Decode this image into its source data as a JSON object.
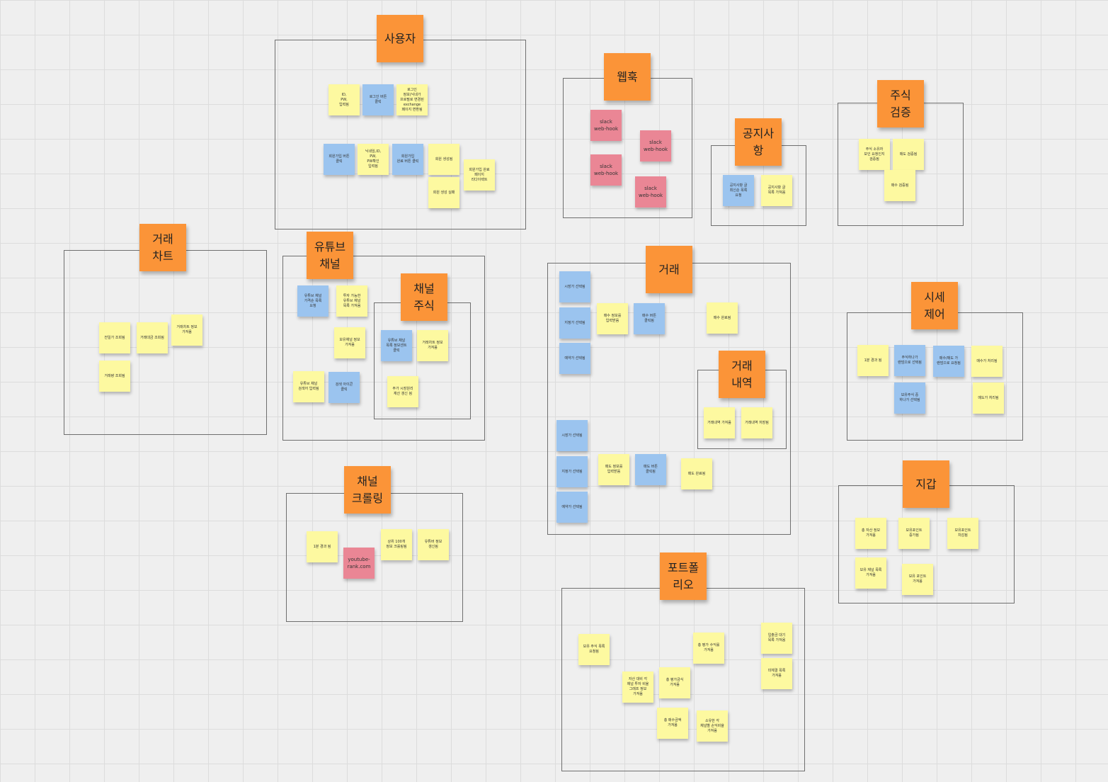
{
  "frames": [
    {
      "id": "user-frame",
      "title": "사용자",
      "notes": [
        {
          "text": "ID,\nPW,\n입력됨",
          "c": "y"
        },
        {
          "text": "로그인 버튼\n클릭",
          "c": "b"
        },
        {
          "text": "로그인\n정보(닉네가\n프로필로 변경된\nexchange\n페이지 변환됨",
          "c": "y"
        },
        {
          "text": "회원가입 버튼\n클릭",
          "c": "b"
        },
        {
          "text": "닉네임,ID,\nPW,\nPW확인\n입력됨",
          "c": "y"
        },
        {
          "text": "회원가입\n완료 버튼 클릭",
          "c": "b"
        },
        {
          "text": "회원 생성됨",
          "c": "y"
        },
        {
          "text": "회원가입 완료\n페이지\n리다이렉트",
          "c": "y"
        },
        {
          "text": "회원 생성 실패",
          "c": "y"
        }
      ]
    },
    {
      "id": "webhook-frame",
      "title": "웹훅",
      "notes": [
        {
          "text": "slack\nweb-hook",
          "c": "p"
        },
        {
          "text": "slack\nweb-hook",
          "c": "p"
        },
        {
          "text": "slack\nweb-hook",
          "c": "p"
        },
        {
          "text": "slack\nweb-hook",
          "c": "p"
        }
      ]
    },
    {
      "id": "notice-frame",
      "title": "공지사\n항",
      "notes": [
        {
          "text": "공지사항 글\n최신순 목록\n요청",
          "c": "b"
        },
        {
          "text": "공지사항 글\n목록 가져옴",
          "c": "y"
        }
      ]
    },
    {
      "id": "stock-verify-frame",
      "title": "주식\n검증",
      "notes": [
        {
          "text": "주식 소유자\n보인 요청인지\n검증됨",
          "c": "y"
        },
        {
          "text": "매도 검증됨",
          "c": "y"
        },
        {
          "text": "매수 검증됨",
          "c": "y"
        }
      ]
    },
    {
      "id": "trade-chart-frame",
      "title": "거래\n차트",
      "notes": [
        {
          "text": "전일가 조회됨",
          "c": "y"
        },
        {
          "text": "거래대금 조회됨",
          "c": "y"
        },
        {
          "text": "거래차트 정보\n가져옴",
          "c": "y"
        },
        {
          "text": "거래량 조회됨",
          "c": "y"
        }
      ]
    },
    {
      "id": "youtube-channel-frame",
      "title": "유튜브\n채널",
      "notes": [
        {
          "text": "유튜브 채널\n가격순 목록\n요청",
          "c": "b"
        },
        {
          "text": "투자 가능한\n유튜브 채널\n목록 가져옴",
          "c": "y"
        },
        {
          "text": "보유채널 정보\n가져옴",
          "c": "y"
        },
        {
          "text": "유튜브 채널\n검색어 입력됨",
          "c": "y"
        },
        {
          "text": "검색 아이콘\n클릭",
          "c": "b"
        }
      ]
    },
    {
      "id": "channel-stock-frame",
      "title": "채널\n주식",
      "notes": [
        {
          "text": "유튜브 채널\n목록 정보센트\n클릭",
          "c": "b"
        },
        {
          "text": "거래차트 정보\n가져옴",
          "c": "y"
        },
        {
          "text": "주가 시장원리\n재산 갱신 됨",
          "c": "y"
        }
      ]
    },
    {
      "id": "trade-frame",
      "title": "거래",
      "notes": [
        {
          "text": "시장가 선택됨",
          "c": "b"
        },
        {
          "text": "지정가 선택됨",
          "c": "b"
        },
        {
          "text": "예약가 선택됨",
          "c": "b"
        },
        {
          "text": "매수 정보를\n입력받음",
          "c": "y"
        },
        {
          "text": "매수 버튼\n클릭됨",
          "c": "b"
        },
        {
          "text": "매수 완료됨",
          "c": "y"
        },
        {
          "text": "시장가 선택됨",
          "c": "b"
        },
        {
          "text": "지정가 선택됨",
          "c": "b"
        },
        {
          "text": "예약가 선택됨",
          "c": "b"
        },
        {
          "text": "매도 정보를\n입력받음",
          "c": "y"
        },
        {
          "text": "매도 버튼\n클릭됨",
          "c": "b"
        },
        {
          "text": "매도 완료됨",
          "c": "y"
        }
      ]
    },
    {
      "id": "trade-history-frame",
      "title": "거래\n내역",
      "notes": [
        {
          "text": "거래내역 가져옴",
          "c": "y"
        },
        {
          "text": "거래내역 저장됨",
          "c": "y"
        }
      ]
    },
    {
      "id": "price-control-frame",
      "title": "시세\n제어",
      "notes": [
        {
          "text": "1분 경과 됨",
          "c": "y"
        },
        {
          "text": "주식하나가\n랜덤으로 선택됨",
          "c": "b"
        },
        {
          "text": "매수/매도 가\n랜덤으로 요청됨",
          "c": "b"
        },
        {
          "text": "매수가 처리됨",
          "c": "y"
        },
        {
          "text": "보유주식 중\n하나가 선택됨",
          "c": "b"
        },
        {
          "text": "매도가 처리됨",
          "c": "y"
        }
      ]
    },
    {
      "id": "channel-crawling-frame",
      "title": "채널\n크롤링",
      "notes": [
        {
          "text": "1분 경과 됨",
          "c": "y"
        },
        {
          "text": "youtube-\nrank.com",
          "c": "p"
        },
        {
          "text": "상위 100개\n정보 크롤링됨",
          "c": "y"
        },
        {
          "text": "유튜버 정보\n갱신됨",
          "c": "y"
        }
      ]
    },
    {
      "id": "wallet-frame",
      "title": "지갑",
      "notes": [
        {
          "text": "총 자산 정보\n가져옴",
          "c": "y"
        },
        {
          "text": "보유포인트\n증가됨",
          "c": "y"
        },
        {
          "text": "보유포인트\n차감됨",
          "c": "y"
        },
        {
          "text": "보유 채널 목록\n가져옴",
          "c": "y"
        },
        {
          "text": "보유 포인트\n가져옴",
          "c": "y"
        }
      ]
    },
    {
      "id": "portfolio-frame",
      "title": "포트폴\n리오",
      "notes": [
        {
          "text": "보유 주식 목록\n요청됨",
          "c": "y"
        },
        {
          "text": "총 평가 수익률\n가져옴",
          "c": "y"
        },
        {
          "text": "입출금 대기\n목록 가져옴",
          "c": "y"
        },
        {
          "text": "미체결 목록\n가져옴",
          "c": "y"
        },
        {
          "text": "자산 대비 각\n채널 투자 비율\n그래프 정보\n가져옴",
          "c": "y"
        },
        {
          "text": "총 평가금식\n가져옴",
          "c": "y"
        },
        {
          "text": "총 매수금액\n가져옴",
          "c": "y"
        },
        {
          "text": "소유한 각\n채널별 손익비율\n가져옴",
          "c": "y"
        }
      ]
    }
  ]
}
